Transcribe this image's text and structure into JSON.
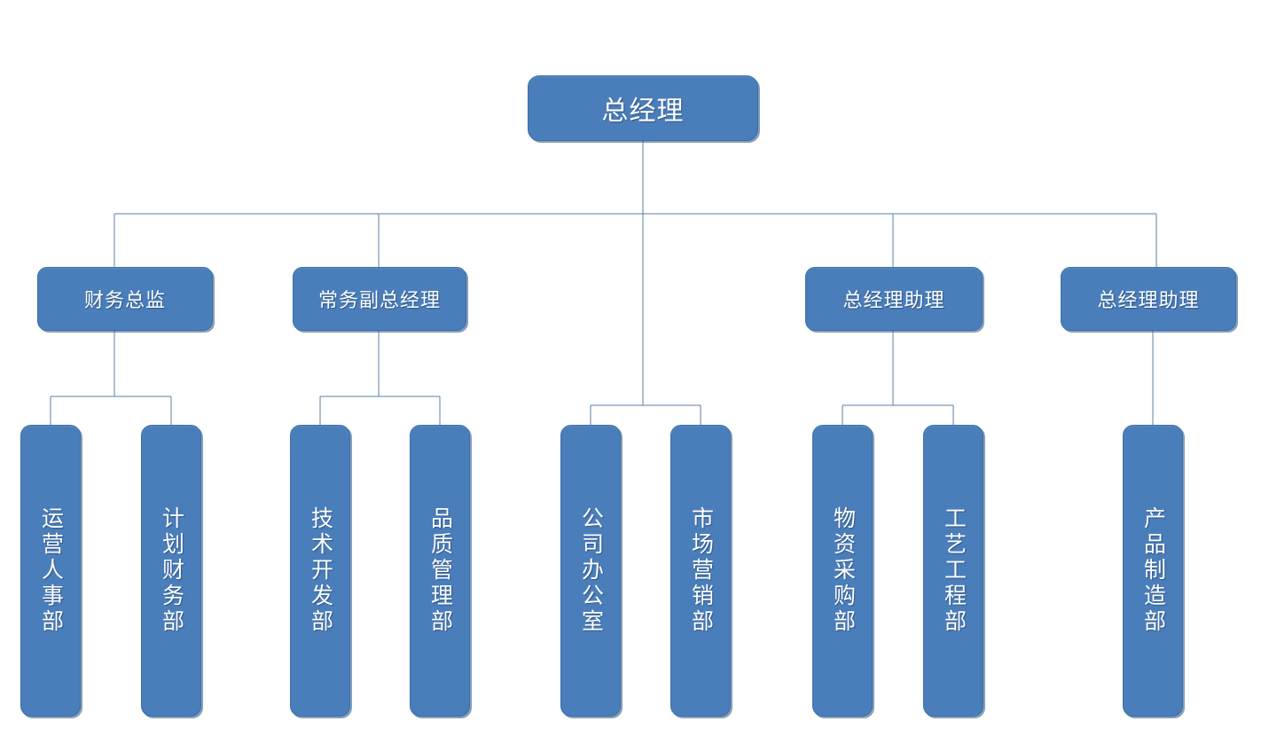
{
  "chart_data": {
    "type": "diagram",
    "diagram_type": "organizational-chart",
    "title": "",
    "orientation": "top-down",
    "levels": 3,
    "node_count": 14,
    "colors": {
      "node_fill": "#4a7ebb",
      "node_border": "#3a6ea5",
      "node_text": "#ffffff",
      "connector": "#5b7fa6",
      "background": "#ffffff"
    },
    "nodes": [
      {
        "id": "gm",
        "label": "总经理",
        "level": 0,
        "parent": null
      },
      {
        "id": "cfo",
        "label": "财务总监",
        "level": 1,
        "parent": "gm"
      },
      {
        "id": "evp",
        "label": "常务副总经理",
        "level": 1,
        "parent": "gm"
      },
      {
        "id": "asst1",
        "label": "总经理助理",
        "level": 1,
        "parent": "gm"
      },
      {
        "id": "asst2",
        "label": "总经理助理",
        "level": 1,
        "parent": "gm"
      },
      {
        "id": "dept-ops",
        "label": "运营人事部",
        "level": 2,
        "parent": "cfo"
      },
      {
        "id": "dept-finance",
        "label": "计划财务部",
        "level": 2,
        "parent": "cfo"
      },
      {
        "id": "dept-tech",
        "label": "技术开发部",
        "level": 2,
        "parent": "evp"
      },
      {
        "id": "dept-quality",
        "label": "品质管理部",
        "level": 2,
        "parent": "evp"
      },
      {
        "id": "dept-office",
        "label": "公司办公室",
        "level": 2,
        "parent": "gm"
      },
      {
        "id": "dept-market",
        "label": "市场营销部",
        "level": 2,
        "parent": "gm"
      },
      {
        "id": "dept-purchase",
        "label": "物资采购部",
        "level": 2,
        "parent": "asst1"
      },
      {
        "id": "dept-process",
        "label": "工艺工程部",
        "level": 2,
        "parent": "asst1"
      },
      {
        "id": "dept-manuf",
        "label": "产品制造部",
        "level": 2,
        "parent": "asst2"
      }
    ],
    "edges": [
      {
        "from": "gm",
        "to": "cfo"
      },
      {
        "from": "gm",
        "to": "evp"
      },
      {
        "from": "gm",
        "to": "asst1"
      },
      {
        "from": "gm",
        "to": "asst2"
      },
      {
        "from": "gm",
        "to": "dept-office"
      },
      {
        "from": "gm",
        "to": "dept-market"
      },
      {
        "from": "cfo",
        "to": "dept-ops"
      },
      {
        "from": "cfo",
        "to": "dept-finance"
      },
      {
        "from": "evp",
        "to": "dept-tech"
      },
      {
        "from": "evp",
        "to": "dept-quality"
      },
      {
        "from": "asst1",
        "to": "dept-purchase"
      },
      {
        "from": "asst1",
        "to": "dept-process"
      },
      {
        "from": "asst2",
        "to": "dept-manuf"
      }
    ]
  },
  "root": {
    "label": "总经理"
  },
  "managers": [
    {
      "label": "财务总监"
    },
    {
      "label": "常务副总经理"
    },
    {
      "label": "总经理助理"
    },
    {
      "label": "总经理助理"
    }
  ],
  "departments": [
    {
      "label": "运营人事部"
    },
    {
      "label": "计划财务部"
    },
    {
      "label": "技术开发部"
    },
    {
      "label": "品质管理部"
    },
    {
      "label": "公司办公室"
    },
    {
      "label": "市场营销部"
    },
    {
      "label": "物资采购部"
    },
    {
      "label": "工艺工程部"
    },
    {
      "label": "产品制造部"
    }
  ]
}
